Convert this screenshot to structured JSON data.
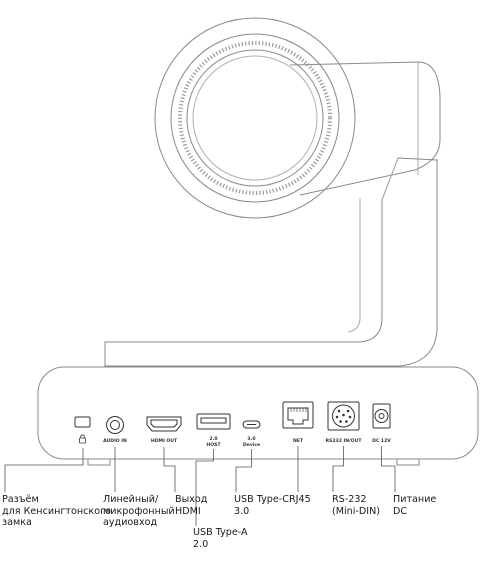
{
  "colors": {
    "outline": "#8a8a8a",
    "dark_outline": "#333333",
    "leader_line": "#555555",
    "text": "#1a1a1a",
    "background": "#ffffff"
  },
  "icons": {
    "lock": "kensington-lock-icon"
  },
  "port_labels": {
    "audio_in": "AUDIO IN",
    "hdmi_out": "HDMI OUT",
    "usb_a_line1": "2.0",
    "usb_a_line2": "HOST",
    "usb_c_line1": "3.0",
    "usb_c_line2": "Device",
    "net": "NET",
    "rs232": "RS232 IN/OUT",
    "dc": "DC 12V"
  },
  "callouts": {
    "kensington": "Разъём\nдля Кенсингтонского\nзамка",
    "audio": "Линейный/\nмикрофонный\nаудиовход",
    "hdmi": "Выход\nHDMI",
    "usb_a": "USB Type-A\n2.0",
    "usb_c": "USB Type-C\n3.0",
    "rj45": "RJ45",
    "rs232": "RS-232\n(Mini-DIN)",
    "power": "Питание\nDC"
  }
}
